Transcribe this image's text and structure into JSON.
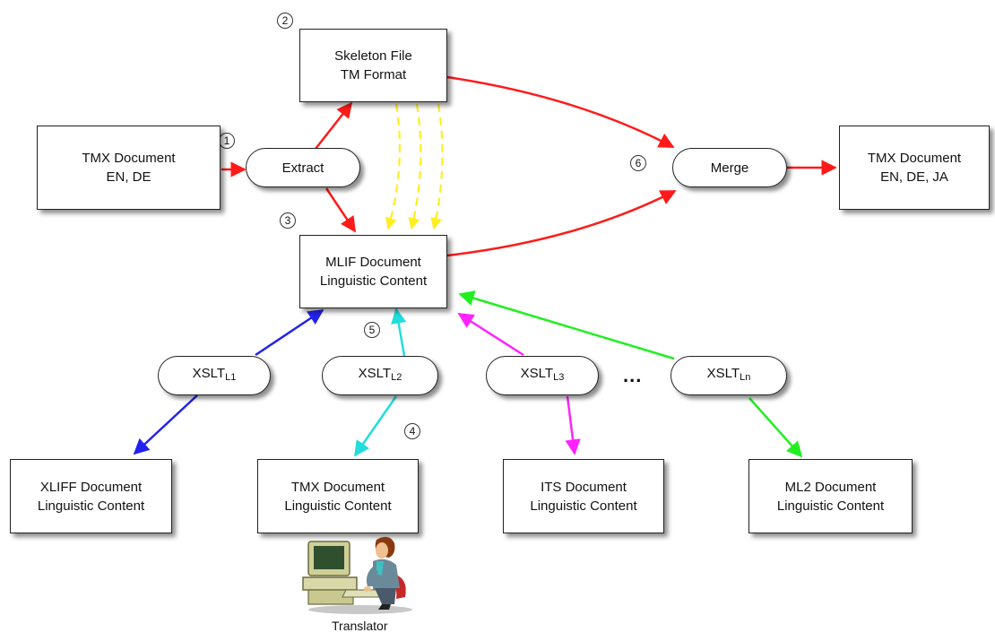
{
  "steps": [
    "1",
    "2",
    "3",
    "4",
    "5",
    "6"
  ],
  "nodes": {
    "tmx_source": {
      "line1": "TMX Document",
      "line2": "EN, DE"
    },
    "skeleton": {
      "line1": "Skeleton File",
      "line2": "TM Format"
    },
    "extract": {
      "label": "Extract"
    },
    "mlif": {
      "line1": "MLIF Document",
      "line2": "Linguistic Content"
    },
    "merge": {
      "label": "Merge"
    },
    "tmx_target": {
      "line1": "TMX Document",
      "line2": "EN, DE, JA"
    },
    "xslt": [
      {
        "base": "XSLT",
        "sub": "L1"
      },
      {
        "base": "XSLT",
        "sub": "L2"
      },
      {
        "base": "XSLT",
        "sub": "L3"
      },
      {
        "base": "XSLT",
        "sub": "Ln"
      }
    ],
    "outputs": [
      {
        "line1": "XLIFF Document",
        "line2": "Linguistic Content"
      },
      {
        "line1": "TMX Document",
        "line2": "Linguistic Content"
      },
      {
        "line1": "ITS Document",
        "line2": "Linguistic Content"
      },
      {
        "line1": "ML2 Document",
        "line2": "Linguistic Content"
      }
    ]
  },
  "ellipsis": "...",
  "translator_caption": "Translator",
  "colors": {
    "main_flow": "#ff1a1a",
    "skeleton_dashed": "#ffee22",
    "l1": "#2222ee",
    "l2": "#22dddd",
    "l3": "#ff22ff",
    "ln": "#22ee22"
  },
  "icons": {
    "translator": "person-at-computer-icon"
  }
}
